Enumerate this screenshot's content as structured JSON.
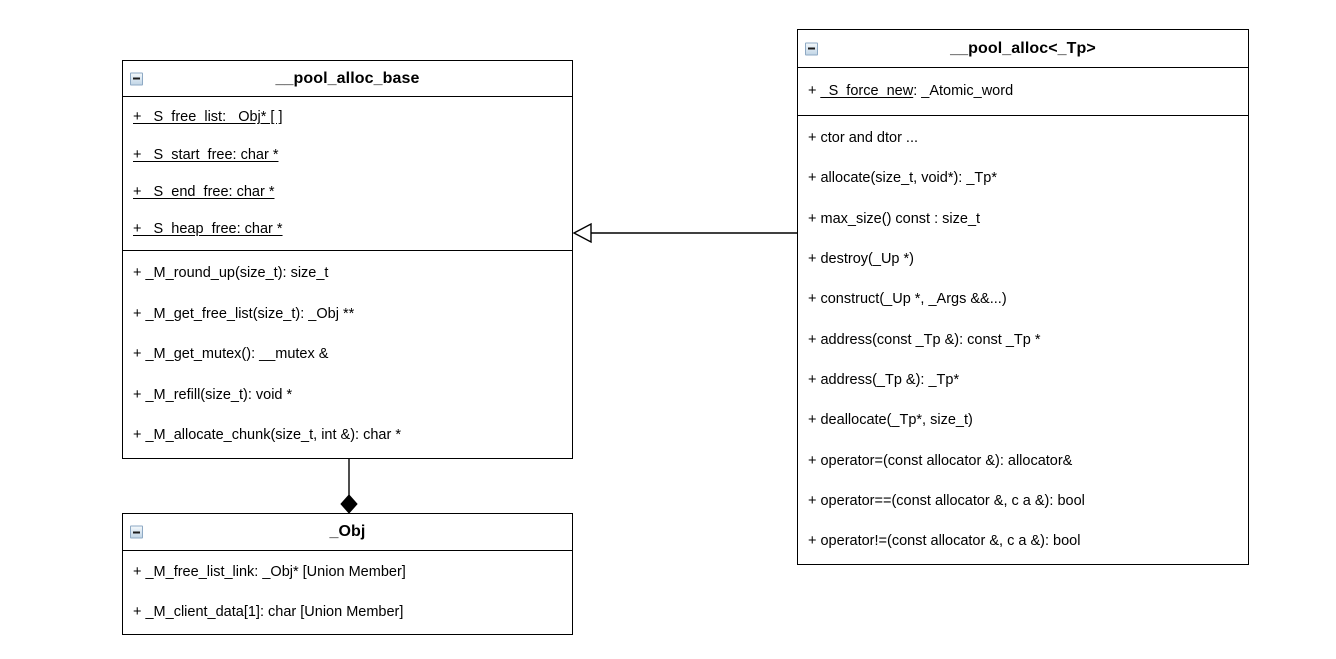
{
  "diagram": {
    "type": "uml-class-diagram",
    "background": "#ffffff",
    "line_color": "#000000"
  },
  "classes": [
    {
      "id": "pool_alloc_base",
      "name": "__pool_alloc_base",
      "collapse_icon": "collapse-minus-icon",
      "attributes": [
        {
          "text": "+ _S_free_list: _Obj* [ ]",
          "static": true
        },
        {
          "text": "+ _S_start_free: char *",
          "static": true
        },
        {
          "text": "+ _S_end_free: char *",
          "static": true
        },
        {
          "text": "+ _S_heap_free: char *",
          "static": true
        }
      ],
      "methods": [
        {
          "text": "+ _M_round_up(size_t): size_t",
          "static": false
        },
        {
          "text": "+ _M_get_free_list(size_t): _Obj **",
          "static": false
        },
        {
          "text": "+ _M_get_mutex(): __mutex &",
          "static": false
        },
        {
          "text": "+ _M_refill(size_t): void *",
          "static": false
        },
        {
          "text": "+ _M_allocate_chunk(size_t, int &): char *",
          "static": false
        }
      ]
    },
    {
      "id": "pool_alloc_tp",
      "name": "__pool_alloc<_Tp>",
      "collapse_icon": "collapse-minus-icon",
      "attributes": [
        {
          "prefix": "+ ",
          "static_name": "_S_force_new",
          "suffix": ": _Atomic_word"
        }
      ],
      "methods": [
        {
          "text": "+ ctor and dtor ...",
          "static": false
        },
        {
          "text": "+ allocate(size_t, void*): _Tp*",
          "static": false
        },
        {
          "text": "+ max_size() const : size_t",
          "static": false
        },
        {
          "text": "+ destroy(_Up *)",
          "static": false
        },
        {
          "text": "+ construct(_Up *, _Args &&...)",
          "static": false
        },
        {
          "text": "+ address(const _Tp &): const _Tp *",
          "static": false
        },
        {
          "text": "+ address(_Tp &): _Tp*",
          "static": false
        },
        {
          "text": "+ deallocate(_Tp*, size_t)",
          "static": false
        },
        {
          "text": "+ operator=(const allocator &): allocator&",
          "static": false
        },
        {
          "text": "+ operator==(const allocator &, c a &): bool",
          "static": false
        },
        {
          "text": "+ operator!=(const allocator &, c a &): bool",
          "static": false
        }
      ]
    },
    {
      "id": "obj",
      "name": "_Obj",
      "collapse_icon": "collapse-minus-icon",
      "attributes": [
        {
          "text": "+ _M_free_list_link: _Obj*  [Union Member]",
          "static": false
        },
        {
          "text": "+ _M_client_data[1]: char [Union Member]",
          "static": false
        }
      ],
      "methods": []
    }
  ],
  "relationships": [
    {
      "id": "generalization",
      "kind": "generalization",
      "arrowhead": "hollow-triangle",
      "from": "pool_alloc_tp",
      "to": "pool_alloc_base"
    },
    {
      "id": "composition",
      "kind": "composition",
      "arrowhead": "filled-diamond",
      "from": "pool_alloc_base",
      "to": "obj"
    }
  ]
}
